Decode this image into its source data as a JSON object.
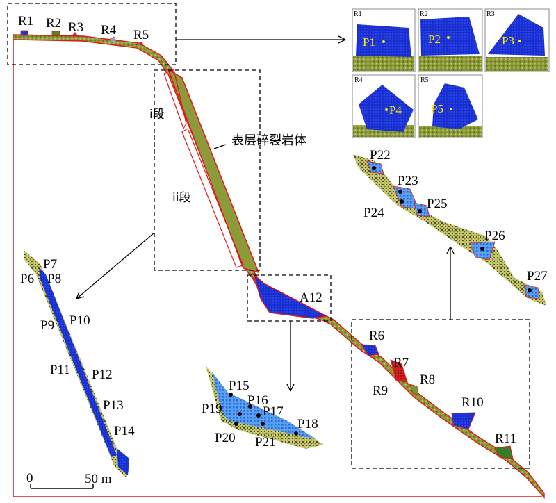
{
  "figure": {
    "regions_top": [
      "R1",
      "R2",
      "R3",
      "R4",
      "R5"
    ],
    "insets": [
      {
        "id": "R1",
        "point": "P1"
      },
      {
        "id": "R2",
        "point": "P2"
      },
      {
        "id": "R3",
        "point": "P3"
      },
      {
        "id": "R4",
        "point": "P4"
      },
      {
        "id": "R5",
        "point": "P5"
      }
    ],
    "section_i": "i段",
    "section_ii": "ii段",
    "surface_rock_label": "表层碎裂岩体",
    "toe_block": "A12",
    "lower_regions": [
      "R6",
      "R7",
      "R8",
      "R9",
      "R10",
      "R11"
    ],
    "left_detail_points": [
      "P7",
      "P6",
      "P8",
      "P9",
      "P10",
      "P11",
      "P12",
      "P13",
      "P14"
    ],
    "a12_detail_points": [
      "P15",
      "P16",
      "P17",
      "P18",
      "P19",
      "P20",
      "P21"
    ],
    "right_detail_points": [
      "P22",
      "P23",
      "P24",
      "P25",
      "P26",
      "P27"
    ],
    "scale": {
      "start": "0",
      "end": "50 m"
    },
    "colors": {
      "block_blue": "#1a2fd0",
      "ground_olive": "#8c9a3a",
      "outline_red": "#e01818",
      "point_yellow": "#ffee00"
    }
  }
}
